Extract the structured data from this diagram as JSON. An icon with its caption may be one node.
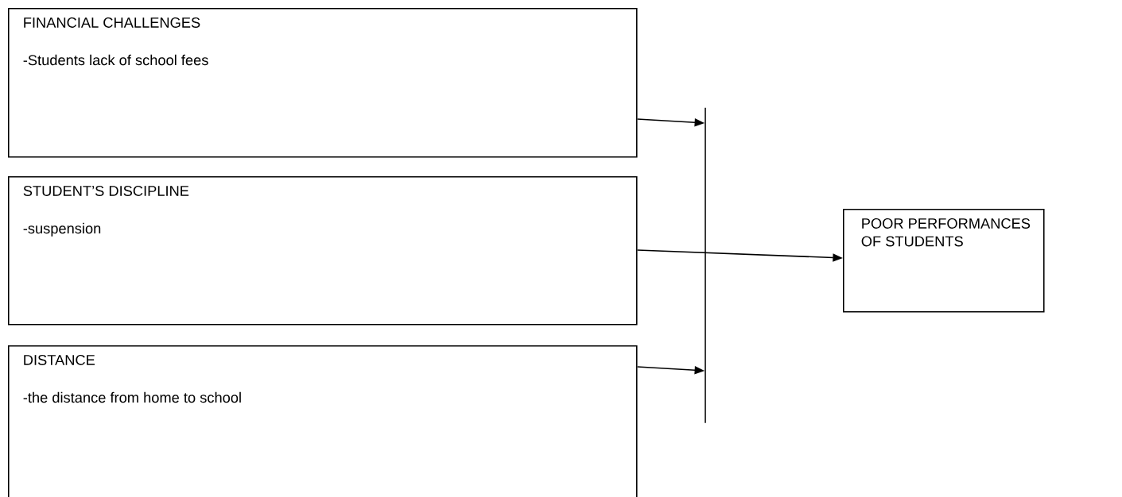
{
  "diagram": {
    "nodes": [
      {
        "text": [
          "FINANCIAL CHALLENGES",
          "-Students lack of school fees"
        ]
      },
      {
        "text": [
          "STUDENT’S DISCIPLINE",
          "-suspension"
        ]
      },
      {
        "text": [
          "DISTANCE",
          "-the distance from home to school"
        ]
      },
      {
        "text": [],
        "shape": "bar"
      },
      {
        "text": [
          "POOR PERFORMANCES OF STUDENTS"
        ]
      }
    ],
    "edges": [
      {
        "from": 0,
        "to": 3,
        "arrow": "to"
      },
      {
        "from": 1,
        "to": 4,
        "arrow": "to"
      },
      {
        "from": 2,
        "to": 3,
        "arrow": "to"
      }
    ]
  }
}
